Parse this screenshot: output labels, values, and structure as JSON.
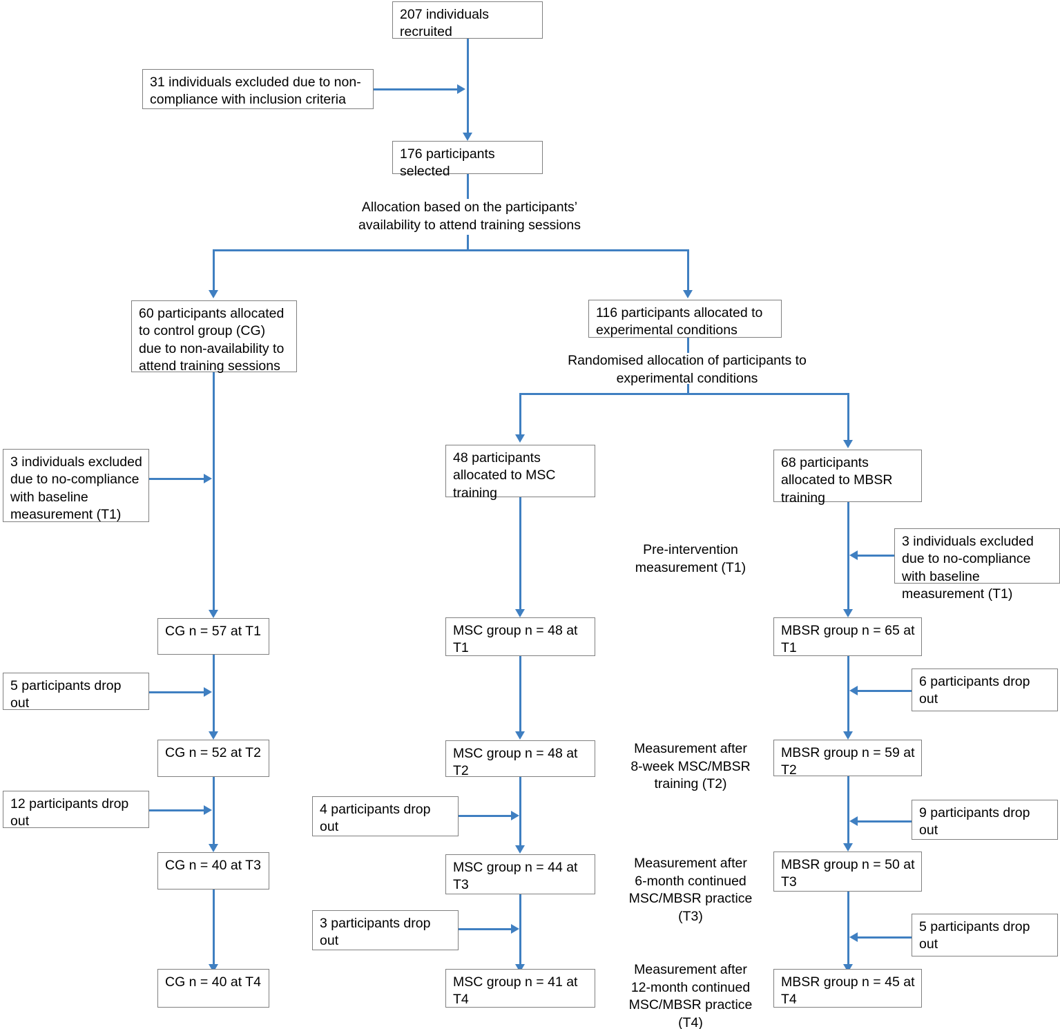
{
  "diagram": {
    "title": "CONSORT-style participant flow diagram",
    "accent_color": "#3f7fc1",
    "box_border_color": "#7f7f7f",
    "text_color": "#000000",
    "background_color": "#ffffff"
  },
  "nodes": {
    "recruited": "207 individuals recruited",
    "excluded_inclusion": "31 individuals excluded due to non-compliance with inclusion criteria",
    "selected": "176 participants selected",
    "allocation_note": "Allocation based on the participants’\navailability to attend training sessions",
    "control_allocated": "60 participants allocated to control group (CG) due to non-availability to attend training sessions",
    "experimental_allocated": "116 participants allocated to experimental conditions",
    "randomised_note": "Randomised allocation of participants to\nexperimental conditions",
    "msc_allocated": "48 participants allocated to MSC training",
    "mbsr_allocated": "68 participants allocated to MBSR training",
    "cg_excluded_t1": "3 individuals excluded due to no-compliance with baseline measurement (T1)",
    "mbsr_excluded_t1": "3 individuals excluded due to no-compliance with baseline measurement (T1)",
    "pre_intervention_note": "Pre-intervention\nmeasurement (T1)",
    "cg_t1": "CG n = 57 at T1",
    "msc_t1": "MSC group n = 48 at T1",
    "mbsr_t1": "MBSR group n = 65 at T1",
    "cg_dropout_t2": "5 participants drop out",
    "mbsr_dropout_t2": "6 participants drop out",
    "cg_t2": "CG n = 52  at T2",
    "msc_t2": "MSC group n = 48 at T2",
    "mbsr_t2": "MBSR group n = 59  at T2",
    "t2_note": "Measurement after\n8-week MSC/MBSR\ntraining (T2)",
    "cg_dropout_t3": "12 participants drop out",
    "msc_dropout_t3": "4 participants drop out",
    "mbsr_dropout_t3": "9 participants drop out",
    "cg_t3": "CG n = 40  at T3",
    "msc_t3": "MSC group n = 44  at T3",
    "mbsr_t3": "MBSR group n = 50 at T3",
    "t3_note": "Measurement after\n6-month continued\nMSC/MBSR practice\n(T3)",
    "msc_dropout_t4": "3 participants drop out",
    "mbsr_dropout_t4": "5 participants drop out",
    "cg_t4": "CG n = 40 at T4",
    "msc_t4": "MSC group n = 41 at T4",
    "mbsr_t4": "MBSR group n = 45 at T4",
    "t4_note": "Measurement after\n12-month continued\nMSC/MBSR practice\n(T4)"
  }
}
